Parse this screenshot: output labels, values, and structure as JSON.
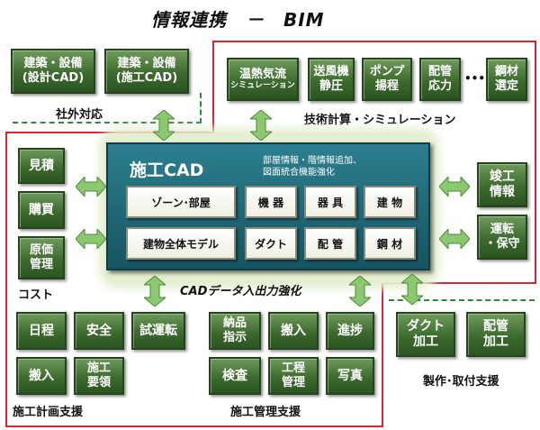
{
  "title": "情報連携　－　BIM",
  "external": {
    "design_cad": "建築・設備\n(設計CAD)",
    "construction_cad": "建築・設備\n(施工CAD)",
    "label": "社外対応"
  },
  "tech": {
    "items": [
      {
        "line1": "温熱気流",
        "line2": "シミュレーション"
      },
      {
        "line1": "送風機",
        "line2": "静圧"
      },
      {
        "line1": "ポンプ",
        "line2": "揚程"
      },
      {
        "line1": "配管",
        "line2": "応力"
      },
      {
        "line1": "鋼材",
        "line2": "選定"
      }
    ],
    "ellipsis": "•••",
    "label": "技術計算・シミュレーション"
  },
  "cost": {
    "items": [
      "見積",
      "購買",
      "原価\n管理"
    ],
    "label": "コスト"
  },
  "cad": {
    "title": "施工CAD",
    "note": "部屋情報・階情報追加、\n図面統合機能強化",
    "elements": [
      "ゾーン･部屋",
      "機 器",
      "器 具",
      "建 物",
      "建物全体モデル",
      "ダクト",
      "配 管",
      "鋼 材"
    ],
    "io_label": "CADデータ入出力強化"
  },
  "right": {
    "items": [
      "竣工\n情報",
      "運転\n・保守"
    ]
  },
  "fab": {
    "items": [
      "ダクト\n加工",
      "配管\n加工"
    ],
    "label": "製作･取付支援"
  },
  "plan": {
    "items": [
      "日程",
      "安全",
      "試運転",
      "搬入",
      "施工\n要領"
    ],
    "label": "施工計画支援"
  },
  "mgmt": {
    "items": [
      "納品\n指示",
      "搬入",
      "進捗",
      "検査",
      "工程\n管理",
      "写真"
    ],
    "label": "施工管理支援"
  },
  "colors": {
    "frame_red": "#d8262e",
    "box_green": "#3d6a2e",
    "cad_teal": "#1e6574",
    "arrow_green": "#8cc870"
  }
}
